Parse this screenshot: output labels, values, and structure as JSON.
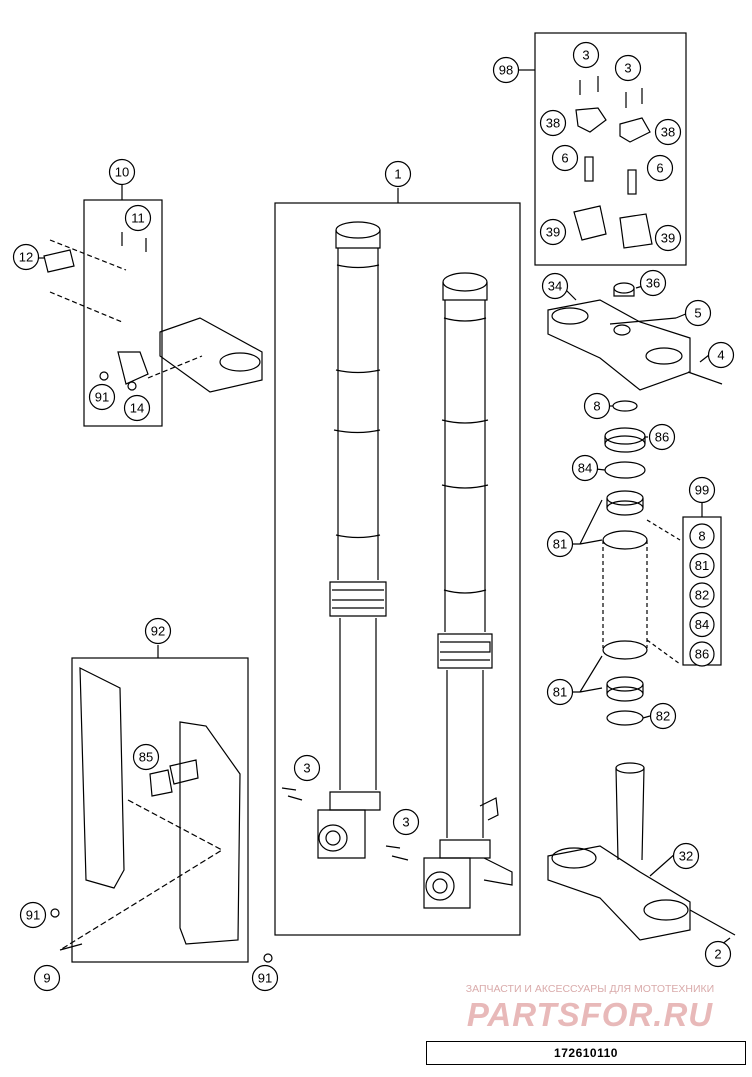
{
  "diagram": {
    "part_number": "172610110",
    "watermark": {
      "subtitle": "ЗАПЧАСТИ И АКСЕССУАРЫ ДЛЯ МОТОТЕХНИКИ",
      "brand": "PARTSFOR.RU"
    },
    "callouts": {
      "c1": "1",
      "c2": "2",
      "c3a": "3",
      "c3b": "3",
      "c3c": "3",
      "c3d": "3",
      "c4": "4",
      "c5": "5",
      "c6a": "6",
      "c6b": "6",
      "c8": "8",
      "c9": "9",
      "c10": "10",
      "c11": "11",
      "c12": "12",
      "c14": "14",
      "c32": "32",
      "c34": "34",
      "c36": "36",
      "c38a": "38",
      "c38b": "38",
      "c39a": "39",
      "c39b": "39",
      "c81a": "81",
      "c81b": "81",
      "c82": "82",
      "c84": "84",
      "c85": "85",
      "c86": "86",
      "c91a": "91",
      "c91b": "91",
      "c91c": "91",
      "c92": "92",
      "c98": "98",
      "c99": "99"
    },
    "kit_99_list": [
      "8",
      "81",
      "82",
      "84",
      "86"
    ]
  }
}
